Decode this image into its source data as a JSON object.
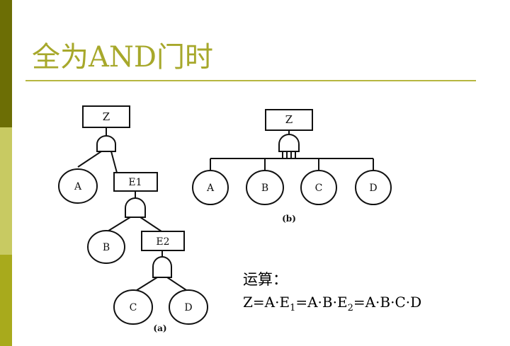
{
  "slide": {
    "title": "全为AND门时",
    "sidebar_colors": [
      "#6c6e05",
      "#c8ca62",
      "#a8aa1c"
    ]
  },
  "diagram_a": {
    "caption": "(a)",
    "top_event": "Z",
    "events": [
      "E1",
      "E2"
    ],
    "basic_events": [
      "A",
      "B",
      "C",
      "D"
    ],
    "gate_type": "AND"
  },
  "diagram_b": {
    "caption": "(b)",
    "top_event": "Z",
    "basic_events": [
      "A",
      "B",
      "C",
      "D"
    ],
    "gate_type": "AND"
  },
  "calculation": {
    "label": "运算：",
    "expression": {
      "t1": "Z=A·E",
      "s1": "1",
      "t2": "=A·B·E",
      "s2": "2",
      "t3": "=A·B·C·D"
    }
  }
}
